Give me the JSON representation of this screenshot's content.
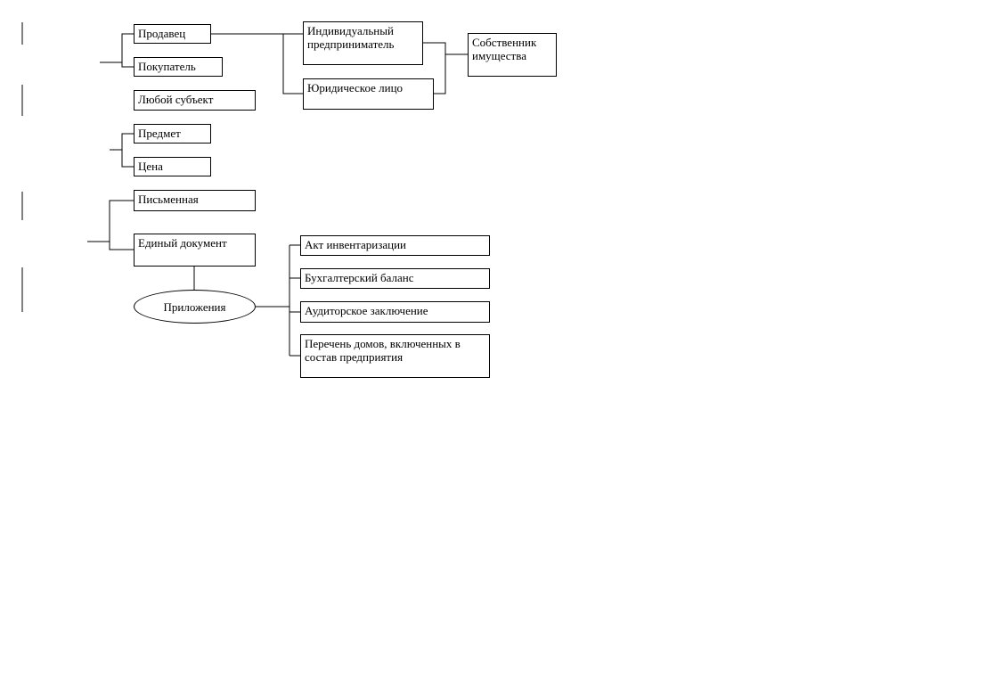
{
  "page": {
    "background": "#ffffff",
    "line_color": "#000000",
    "text_color": "#000000"
  },
  "diagram": {
    "nodes": {
      "seller": {
        "label": "Продавец"
      },
      "buyer": {
        "label": "Покупатель"
      },
      "any_subject": {
        "label": "Любой субъект"
      },
      "subject": {
        "label": "Предмет"
      },
      "price": {
        "label": "Цена"
      },
      "written_form": {
        "label": "Письменная"
      },
      "single_document": {
        "label": "Единый документ"
      },
      "individual_entrepreneur": {
        "label": "Индивидуальный предприниматель"
      },
      "legal_entity": {
        "label": "Юридическое лицо"
      },
      "property_owner": {
        "label": "Собственник имущества"
      },
      "appendices": {
        "label": "Приложения"
      },
      "inventory_act": {
        "label": "Акт инвентаризации"
      },
      "balance_sheet": {
        "label": "Бухгалтерский баланс"
      },
      "audit_opinion": {
        "label": "Аудиторское заключение"
      },
      "house_list": {
        "label": "Перечень домов, включенных в состав предприятия"
      }
    }
  }
}
